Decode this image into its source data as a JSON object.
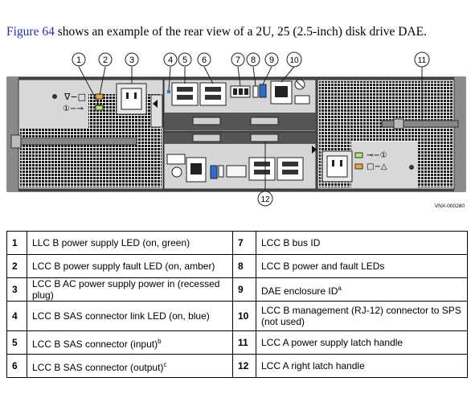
{
  "intro": {
    "figure_ref": "Figure 64",
    "text": " shows an example of the rear view of a 2U, 25 (2.5-inch) disk drive DAE."
  },
  "diagram": {
    "image_id": "VNX-000280",
    "callouts": [
      "1",
      "2",
      "3",
      "4",
      "5",
      "6",
      "7",
      "8",
      "9",
      "10",
      "11",
      "12"
    ]
  },
  "legend": {
    "rows": [
      {
        "n1": "1",
        "d1": "LLC B power supply LED (on, green)",
        "n2": "7",
        "d2": "LCC B bus ID"
      },
      {
        "n1": "2",
        "d1": "LCC B power supply fault LED (on, amber)",
        "n2": "8",
        "d2": "LCC B power and fault LEDs"
      },
      {
        "n1": "3",
        "d1": "LCC B AC power supply power in (recessed plug)",
        "n2": "9",
        "d2": "DAE enclosure ID",
        "d2_sup": "a"
      },
      {
        "n1": "4",
        "d1": "LCC B SAS connector link LED (on, blue)",
        "n2": "10",
        "d2": "LCC B management (RJ-12) connector to SPS (not used)"
      },
      {
        "n1": "5",
        "d1": "LCC B SAS connector (input)",
        "d1_sup": "b",
        "n2": "11",
        "d2": "LCC A power supply latch handle"
      },
      {
        "n1": "6",
        "d1": "LCC B SAS connector (output)",
        "d1_sup": "c",
        "n2": "12",
        "d2": "LCC A right latch handle"
      }
    ]
  },
  "colors": {
    "link": "#2033a8",
    "led_green": "#b6e36a",
    "led_amber": "#f2a43a",
    "led_blue": "#2d6fd1"
  }
}
